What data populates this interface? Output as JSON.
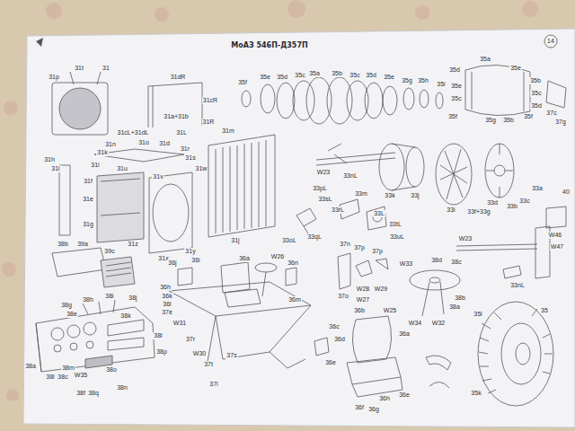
{
  "diagram": {
    "title": "МоАЗ 546П-Д357П",
    "labels": [
      "14",
      "31t",
      "31",
      "31p",
      "31dR",
      "31cR",
      "31a+31b",
      "31R",
      "31cL+31dL",
      "31L",
      "31m",
      "31n",
      "31o",
      "31d",
      "31k",
      "31h",
      "31r",
      "31s",
      "31l",
      "31i",
      "31u",
      "31w",
      "31f",
      "31e",
      "31g",
      "31z",
      "31j",
      "31x",
      "31y",
      "31v",
      "35f",
      "35e",
      "35d",
      "35c",
      "35a",
      "35b",
      "35c",
      "35d",
      "35e",
      "35g",
      "35h",
      "35i",
      "35a",
      "35d",
      "35e",
      "35b",
      "35c",
      "35d",
      "35e",
      "35c",
      "35f",
      "35g",
      "35b",
      "35f",
      "37c",
      "37g",
      "40",
      "W46",
      "W47",
      "W23",
      "33nL",
      "33m",
      "33k",
      "33j",
      "33i",
      "33f+33g",
      "33d",
      "33b",
      "33c",
      "33a",
      "33pL",
      "33sL",
      "33rL",
      "33L",
      "33tL",
      "33uL",
      "33oL",
      "33qL",
      "W23",
      "33nL",
      "38b",
      "39a",
      "39c",
      "36j",
      "36i",
      "36a",
      "W26",
      "36n",
      "36h",
      "36k",
      "36l",
      "37e",
      "36m",
      "37n",
      "37p",
      "37p",
      "37o",
      "W27",
      "W28",
      "W29",
      "W33",
      "38d",
      "38c",
      "38b",
      "38a",
      "W34",
      "W32",
      "38g",
      "38h",
      "38i",
      "38j",
      "38e",
      "38k",
      "38l",
      "38p",
      "38a",
      "38l",
      "38c",
      "38m",
      "W35",
      "38o",
      "38f",
      "38q",
      "38n",
      "W31",
      "W30",
      "37s",
      "37r",
      "37t",
      "37i",
      "36b",
      "W25",
      "36c",
      "36d",
      "36a",
      "36e",
      "36f",
      "36g",
      "36h",
      "36e",
      "35l",
      "35",
      "35k"
    ]
  }
}
